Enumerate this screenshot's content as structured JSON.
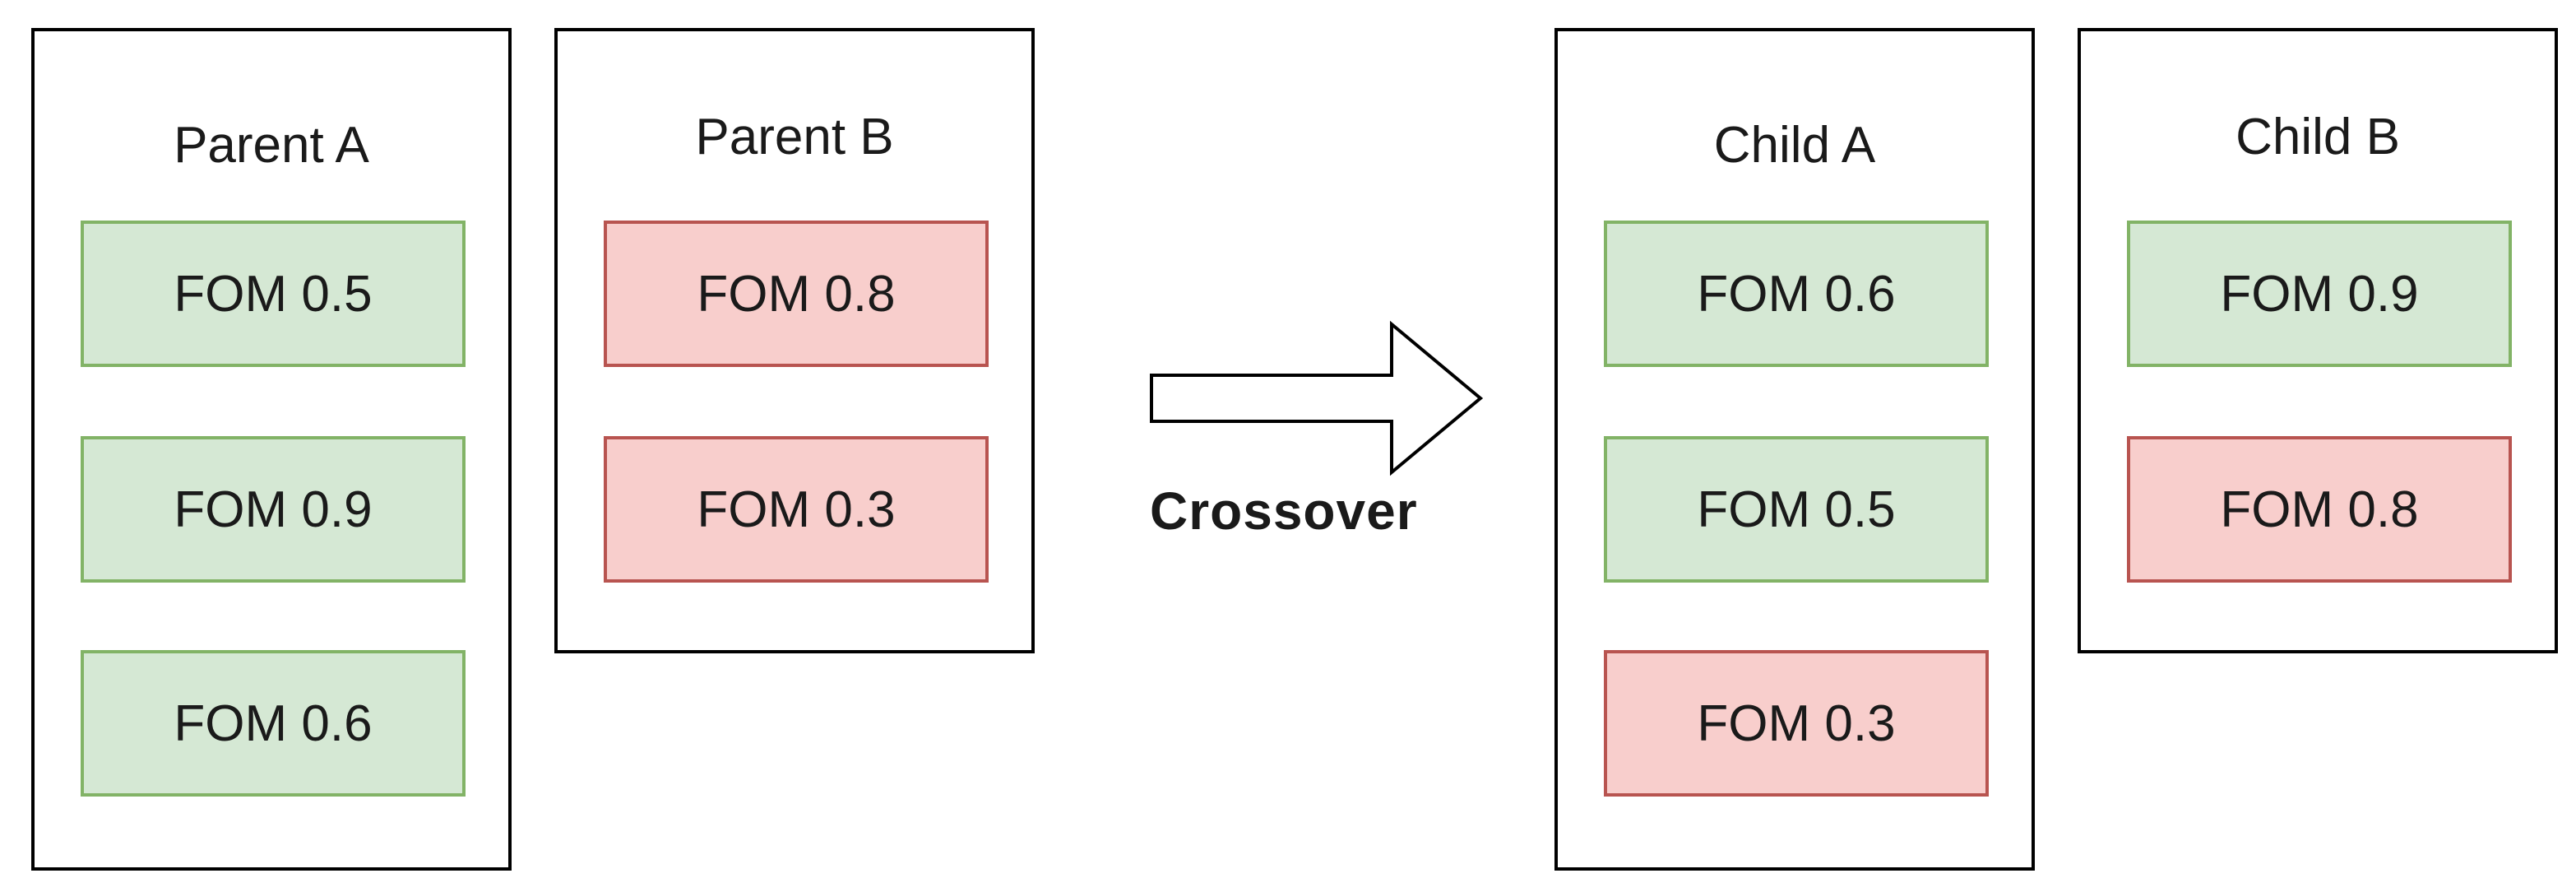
{
  "parents": [
    {
      "title": "Parent A",
      "genes": [
        {
          "label": "FOM 0.5",
          "color": "#d5e8d4",
          "status": "green"
        },
        {
          "label": "FOM 0.9",
          "color": "#d5e8d4",
          "status": "green"
        },
        {
          "label": "FOM 0.6",
          "color": "#d5e8d4",
          "status": "green"
        }
      ]
    },
    {
      "title": "Parent B",
      "genes": [
        {
          "label": "FOM 0.8",
          "color": "#f8cecc",
          "status": "red"
        },
        {
          "label": "FOM 0.3",
          "color": "#f8cecc",
          "status": "red"
        }
      ]
    }
  ],
  "operation": {
    "label": "Crossover",
    "icon": "right-arrow-icon"
  },
  "children": [
    {
      "title": "Child A",
      "genes": [
        {
          "label": "FOM 0.6",
          "color": "#d5e8d4",
          "status": "green"
        },
        {
          "label": "FOM 0.5",
          "color": "#d5e8d4",
          "status": "green"
        },
        {
          "label": "FOM 0.3",
          "color": "#f8cecc",
          "status": "red"
        }
      ]
    },
    {
      "title": "Child B",
      "genes": [
        {
          "label": "FOM 0.9",
          "color": "#d5e8d4",
          "status": "green"
        },
        {
          "label": "FOM 0.8",
          "color": "#f8cecc",
          "status": "red"
        }
      ]
    }
  ],
  "colors": {
    "green_fill": "#d5e8d4",
    "green_border": "#82b366",
    "red_fill": "#f8cecc",
    "red_border": "#b85450"
  }
}
